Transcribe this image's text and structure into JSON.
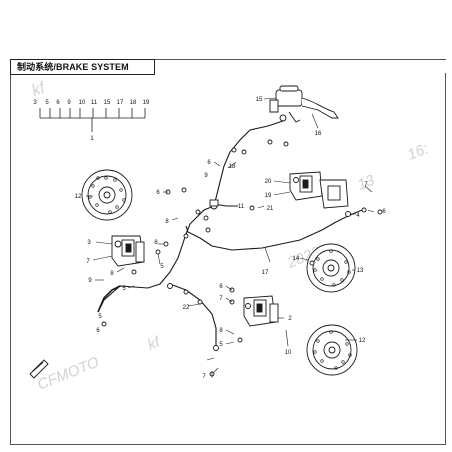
{
  "header": {
    "title": "制动系统/BRAKE SYSTEM"
  },
  "group_callouts": [
    "3",
    "5",
    "6",
    "9",
    "10",
    "11",
    "15",
    "17",
    "18",
    "19"
  ],
  "group_parent": "1",
  "parts": {
    "p15": "15",
    "p16": "16",
    "p18": "18",
    "p6a": "6",
    "p9a": "9",
    "p12a": "12",
    "p6b": "6",
    "p8a": "8",
    "p11": "11",
    "p21": "21",
    "p20": "20",
    "p19": "19",
    "p7a": "7",
    "p6c": "6",
    "p4": "4",
    "p3": "3",
    "p8b": "8",
    "p7b": "7",
    "p5a": "5",
    "p8c": "8",
    "p22": "22",
    "p17": "17",
    "p14": "14",
    "p13": "13",
    "p9b": "9",
    "p5b": "5",
    "p6d": "6",
    "p7c": "7",
    "p2": "2",
    "p8d": "8",
    "p5c": "5",
    "p10": "10",
    "p12b": "12",
    "p5d": "5",
    "p6e": "6",
    "p7d": "7"
  },
  "watermarks": [
    "kf",
    "CFMOTO",
    "kf",
    "2022",
    "16:",
    "13"
  ],
  "colors": {
    "line": "#1a1a1a",
    "callout": "#111111",
    "watermark": "#cfcfcf",
    "frame": "#555555"
  }
}
